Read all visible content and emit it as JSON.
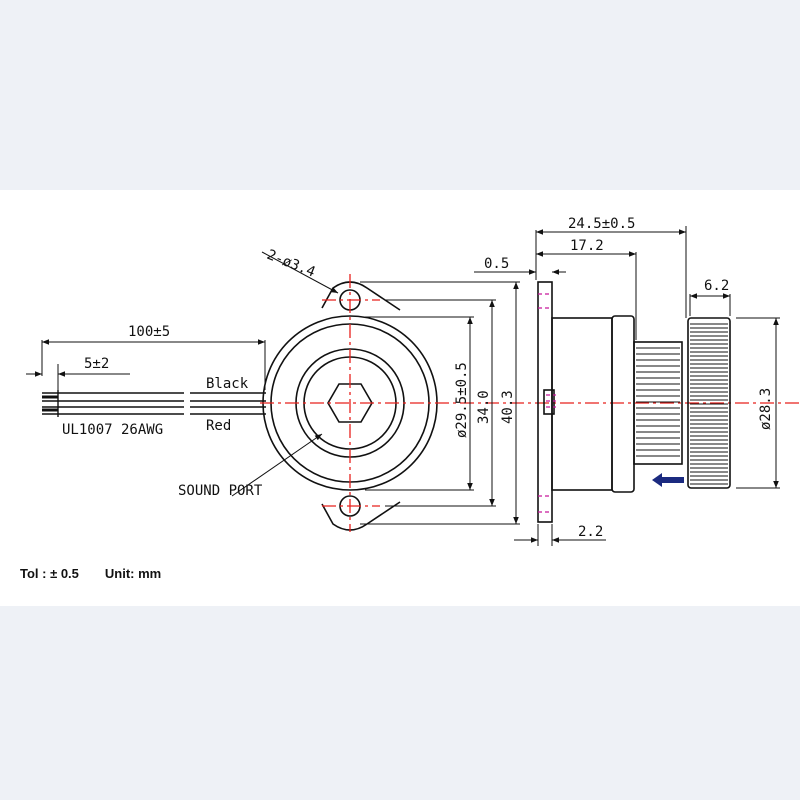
{
  "labels": {
    "holes": "2-ø3.4",
    "lead_length": "100±5",
    "strip_length": "5±2",
    "wire_black": "Black",
    "wire_red": "Red",
    "wire_spec": "UL1007 26AWG",
    "sound_port": "SOUND PORT",
    "dia_inner": "ø29.5±0.5",
    "dim_34": "34.0",
    "dim_40": "40.3",
    "thickness": "0.5",
    "total_length": "24.5±0.5",
    "body_length": "17.2",
    "nut_width": "6.2",
    "nut_dia": "ø28.3",
    "flange": "2.2"
  },
  "footer": {
    "tolerance": "Tol : ± 0.5",
    "unit": "Unit: mm"
  },
  "colors": {
    "line": "#111111",
    "centerline": "#e8201c",
    "hidden": "#c8189a",
    "arrow": "#1b2a80"
  }
}
